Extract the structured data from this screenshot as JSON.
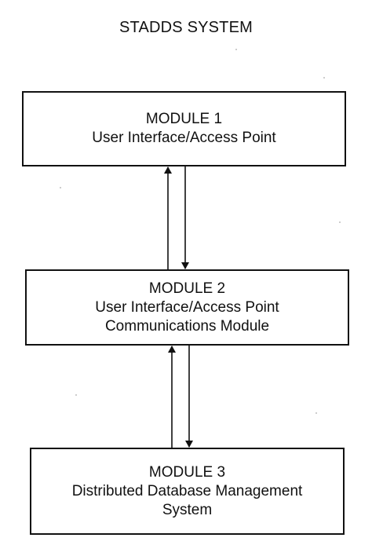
{
  "title": "STADDS SYSTEM",
  "modules": [
    {
      "heading": "MODULE 1",
      "lines": [
        "User Interface/Access Point"
      ]
    },
    {
      "heading": "MODULE 2",
      "lines": [
        "User Interface/Access Point",
        "Communications Module"
      ]
    },
    {
      "heading": "MODULE 3",
      "lines": [
        "Distributed Database Management",
        "System"
      ]
    }
  ],
  "colors": {
    "stroke": "#111111",
    "background": "#ffffff"
  }
}
